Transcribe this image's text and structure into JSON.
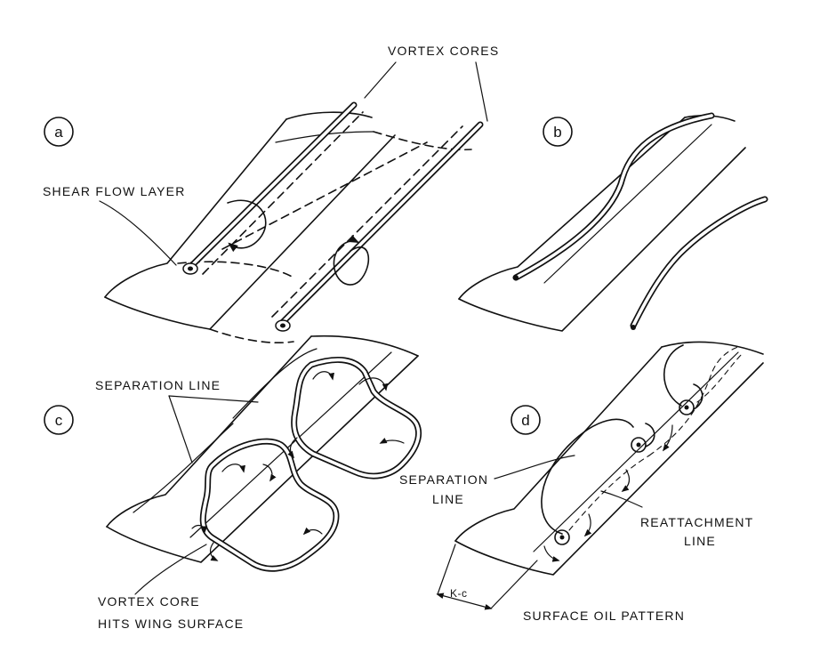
{
  "panels": {
    "a": {
      "letter": "a"
    },
    "b": {
      "letter": "b"
    },
    "c": {
      "letter": "c"
    },
    "d": {
      "letter": "d"
    }
  },
  "labels": {
    "vortex_cores": "VORTEX  CORES",
    "shear_flow_layer": "SHEAR FLOW LAYER",
    "separation_line_c": "SEPARATION LINE",
    "vortex_core_hits_1": "VORTEX CORE",
    "vortex_core_hits_2": "HITS WING SURFACE",
    "separation_line_d_1": "SEPARATION",
    "separation_line_d_2": "LINE",
    "reattachment_1": "REATTACHMENT",
    "reattachment_2": "LINE",
    "surface_oil_pattern": "SURFACE OIL PATTERN",
    "dimension": "K-c"
  }
}
